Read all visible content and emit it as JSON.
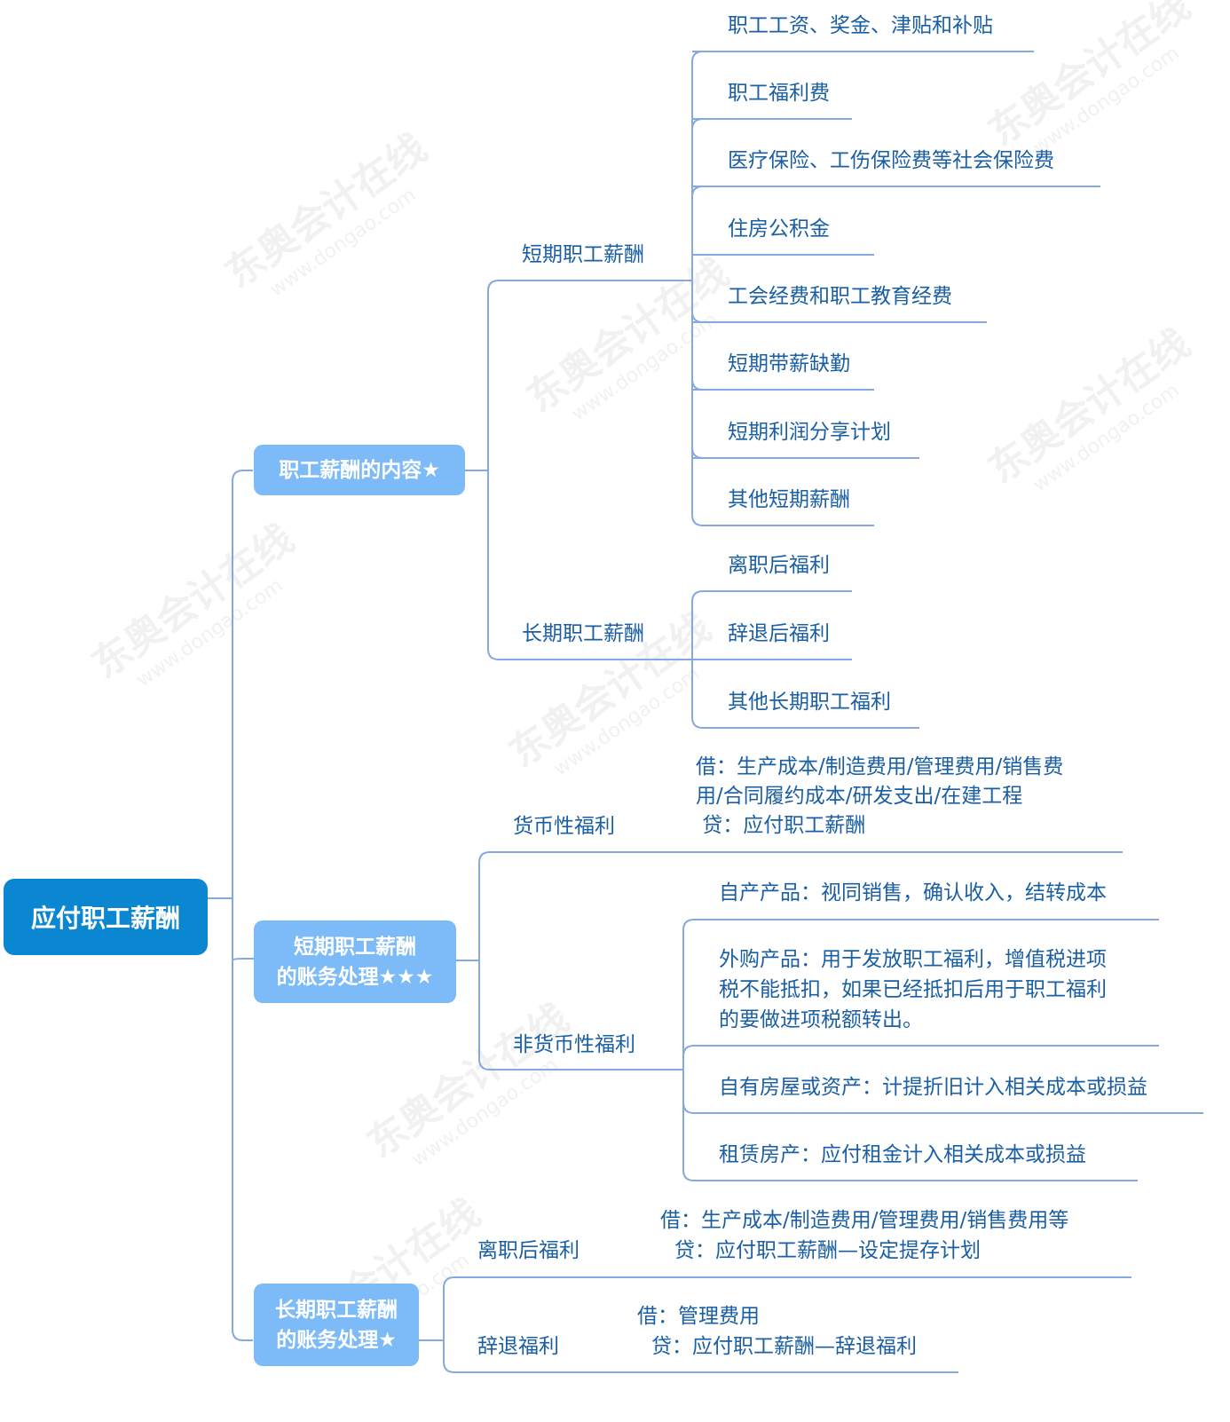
{
  "root": {
    "label": "应付职工薪酬"
  },
  "colors": {
    "root_bg": "#0b87d2",
    "topic_bg": "#7cbaf8",
    "line": "#86a8e0",
    "text": "#1a5fa3"
  },
  "watermark": {
    "brand": "东奥会计在线",
    "url": "www.dongao.com"
  },
  "branches": [
    {
      "label": "职工薪酬的内容★",
      "children": [
        {
          "label": "短期职工薪酬",
          "children": [
            "职工工资、奖金、津贴和补贴",
            "职工福利费",
            "医疗保险、工伤保险费等社会保险费",
            "住房公积金",
            "工会经费和职工教育经费",
            "短期带薪缺勤",
            "短期利润分享计划",
            "其他短期薪酬"
          ]
        },
        {
          "label": "长期职工薪酬",
          "children": [
            "离职后福利",
            "辞退后福利",
            "其他长期职工福利"
          ]
        }
      ]
    },
    {
      "label_line1": "短期职工薪酬",
      "label_line2": "的账务处理★★★",
      "children": [
        {
          "label": "货币性福利",
          "entry": {
            "line1": "借：生产成本/制造费用/管理费用/销售费",
            "line2": "用/合同履约成本/研发支出/在建工程",
            "line3": " 贷：应付职工薪酬"
          }
        },
        {
          "label": "非货币性福利",
          "children": [
            {
              "line1": "自产产品：视同销售，确认收入，结转成本"
            },
            {
              "line1": "外购产品：用于发放职工福利，增值税进项",
              "line2": "税不能抵扣，如果已经抵扣后用于职工福利",
              "line3": "的要做进项税额转出。"
            },
            {
              "line1": "自有房屋或资产：计提折旧计入相关成本或损益"
            },
            {
              "line1": "租赁房产：应付租金计入相关成本或损益"
            }
          ]
        }
      ]
    },
    {
      "label_line1": "长期职工薪酬",
      "label_line2": "的账务处理★",
      "children": [
        {
          "label": "离职后福利",
          "debit": "借：生产成本/制造费用/管理费用/销售费用等",
          "credit": "贷：应付职工薪酬—设定提存计划"
        },
        {
          "label": "辞退福利",
          "debit": "借：管理费用",
          "credit": "贷：应付职工薪酬—辞退福利"
        }
      ]
    }
  ]
}
